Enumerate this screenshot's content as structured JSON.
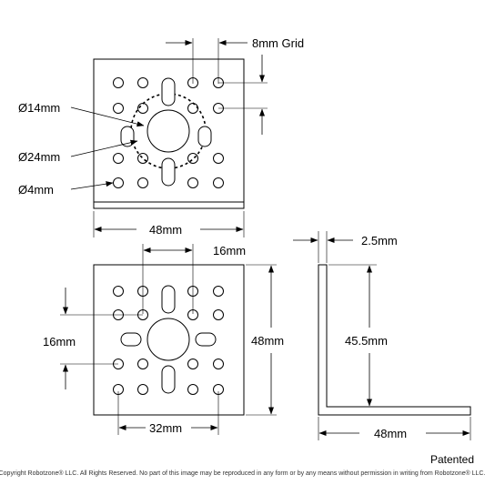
{
  "labels": {
    "grid": "8mm Grid",
    "d14": "Ø14mm",
    "d24": "Ø24mm",
    "d4": "Ø4mm",
    "w48_top": "48mm",
    "w16_top": "16mm",
    "h16_left": "16mm",
    "h48_right": "48mm",
    "w32_bottom": "32mm",
    "t25": "2.5mm",
    "h455": "45.5mm",
    "w48_side": "48mm"
  },
  "footer": {
    "patented": "Patented",
    "copyright": "Copyright Robotzone® LLC.  All Rights Reserved. No part of this image may be reproduced in any form or by any means without permission in writing from Robotzone® LLC."
  },
  "colors": {
    "line": "#000000",
    "background": "#ffffff"
  }
}
